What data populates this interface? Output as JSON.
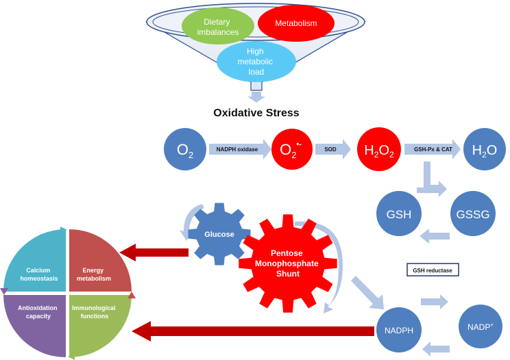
{
  "funnel": {
    "dietary": [
      "Dietary",
      "imbalances"
    ],
    "metabolism": "Metabolism",
    "load": [
      "High",
      "metabolic",
      "load"
    ]
  },
  "title": "Oxidative Stress",
  "chain": {
    "o2": {
      "base": "O",
      "sub": "2"
    },
    "superoxide": {
      "base": "O",
      "sub": "2",
      "sup": "•-"
    },
    "h2o2": {
      "base": "H",
      "sub1": "2",
      "mid": "O",
      "sub2": "2"
    },
    "h2o": {
      "base": "H",
      "sub": "2",
      "end": "O"
    },
    "nadph_oxidase": "NADPH oxidase",
    "sod": "SOD",
    "gshpx": "GSH-Px & CAT"
  },
  "gsh": "GSH",
  "gssg": "GSSG",
  "gsh_reductase": "GSH reductase",
  "glucose": "Glucose",
  "pms": [
    "Pentose",
    "Monophosphate",
    "Shunt"
  ],
  "nadph": "NADPH",
  "nadp": {
    "base": "NADP",
    "sup": "+"
  },
  "quadrants": {
    "calcium": [
      "Calcium",
      "homeostasis"
    ],
    "energy": [
      "Energy",
      "metabolism"
    ],
    "antioxidation": [
      "Antioxidation",
      "capacity"
    ],
    "immuno": [
      "Immunological",
      "functions"
    ]
  },
  "colors": {
    "blue": "#4f7fbf",
    "red": "#ff0000",
    "green": "#92c952",
    "lightblue": "#5bc9f5",
    "teal": "#4cb3c9",
    "brick": "#c0504d",
    "purple": "#8064a2",
    "olive": "#9bbb59",
    "darkred": "#c00000",
    "arrowblue": "#b3c6e4"
  }
}
